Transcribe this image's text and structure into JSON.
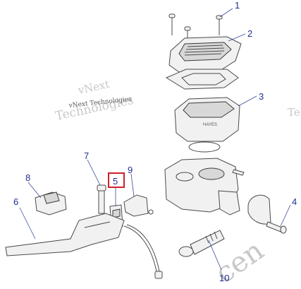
{
  "watermark": {
    "line1": "vNext",
    "line2": "Technologies",
    "caption": "vNext Technologies",
    "side": "Te",
    "corner": "cen"
  },
  "callouts": {
    "c1": "1",
    "c2": "2",
    "c3": "3",
    "c4": "4",
    "c5": "5",
    "c6": "6",
    "c7": "7",
    "c8": "8",
    "c9": "9",
    "c10": "10"
  },
  "highlighted_callout": "5",
  "colors": {
    "callout": "#1f2f8f",
    "highlight": "#d0202a",
    "lineart": "#4a4a4a"
  }
}
